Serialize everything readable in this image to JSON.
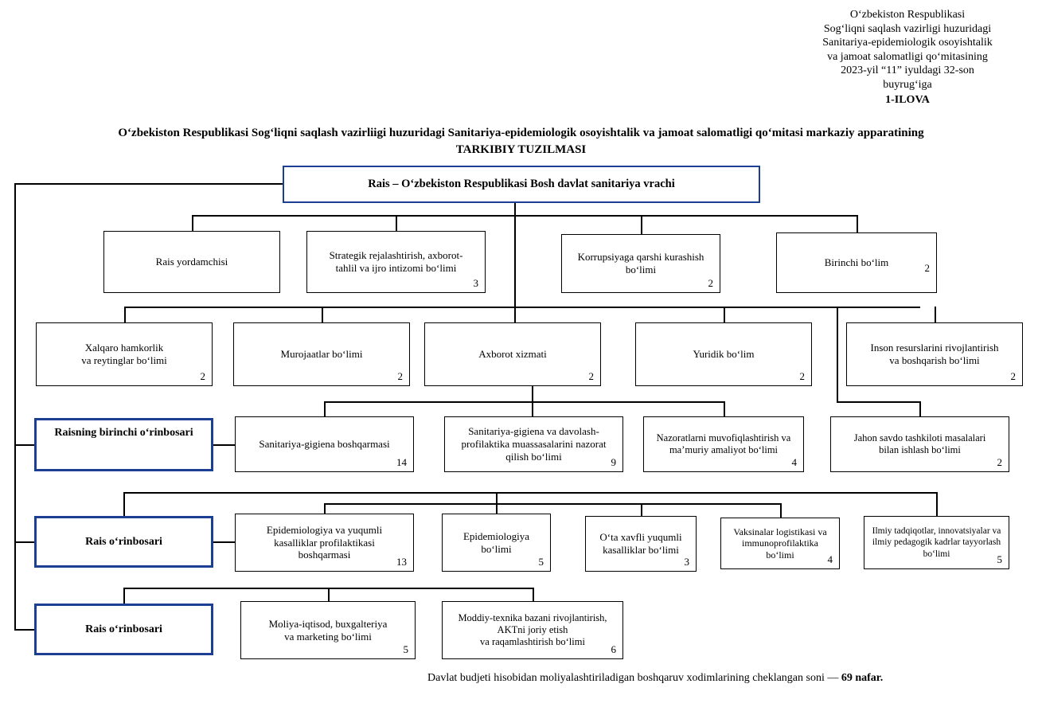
{
  "header": {
    "block": "Oʻzbekiston Respublikasi\nSogʻliqni saqlash vazirligi huzuridagi\nSanitariya-epidemiologik osoyishtalik\nva jamoat salomatligi qoʻmitasining\n2023-yil “11” iyuldagi 32-son\nbuyrugʻiga",
    "annex": "1-ILOVA"
  },
  "title": {
    "line1": "Oʻzbekiston Respublikasi Sogʻliqni saqlash vazirliigi huzuridagi Sanitariya-epidemiologik osoyishtalik va jamoat salomatligi qoʻmitasi markaziy apparatining",
    "line2": "TARKIBIY TUZILMASI"
  },
  "org": {
    "root": {
      "label": "Rais – Oʻzbekiston Respublikasi Bosh davlat sanitariya vrachi"
    },
    "staff_row": [
      {
        "label": "Rais yordamchisi"
      },
      {
        "label": "Strategik rejalashtirish, axborot-\ntahlil va ijro intizomi boʻlimi",
        "count": "3"
      },
      {
        "label": "Korrupsiyaga qarshi kurashish\nboʻlimi",
        "count": "2"
      },
      {
        "label": "Birinchi boʻlim",
        "count": "2"
      }
    ],
    "services_row": [
      {
        "label": "Xalqaro hamkorlik\nva reytinglar boʻlimi",
        "count": "2"
      },
      {
        "label": "Murojaatlar boʻlimi",
        "count": "2"
      },
      {
        "label": "Axborot xizmati",
        "count": "2"
      },
      {
        "label": "Yuridik boʻlim",
        "count": "2"
      },
      {
        "label": "Inson resurslarini rivojlantirish\nva boshqarish boʻlimi",
        "count": "2"
      }
    ],
    "first_deputy": {
      "label": "Raisning birinchi oʻrinbosari",
      "units": [
        {
          "label": "Sanitariya-gigiena boshqarmasi",
          "count": "14"
        },
        {
          "label": "Sanitariya-gigiena va davolash-\nprofilaktika muassasalarini nazorat\nqilish boʻlimi",
          "count": "9"
        },
        {
          "label": "Nazoratlarni muvofiqlashtirish va\nmaʼmuriy amaliyot boʻlimi",
          "count": "4"
        },
        {
          "label": "Jahon savdo tashkiloti masalalari\nbilan ishlash boʻlimi",
          "count": "2"
        }
      ]
    },
    "deputy2": {
      "label": "Rais oʻrinbosari",
      "units": [
        {
          "label": "Epidemiologiya va yuqumli\nkasalliklar profilaktikasi\nboshqarmasi",
          "count": "13"
        },
        {
          "label": "Epidemiologiya\nboʻlimi",
          "count": "5"
        },
        {
          "label": "Oʻta xavfli yuqumli\nkasalliklar boʻlimi",
          "count": "3"
        },
        {
          "label": "Vaksinalar logistikasi va\nimmunoprofilaktika\nboʻlimi",
          "count": "4"
        },
        {
          "label": "Ilmiy tadqiqotlar, innovatsiyalar va\nilmiy pedagogik kadrlar tayyorlash\nboʻlimi",
          "count": "5"
        }
      ]
    },
    "deputy3": {
      "label": "Rais oʻrinbosari",
      "units": [
        {
          "label": "Moliya-iqtisod, buxgalteriya\nva marketing boʻlimi",
          "count": "5"
        },
        {
          "label": "Moddiy-texnika bazani rivojlantirish,\nAKTni joriy etish\nva raqamlashtirish boʻlimi",
          "count": "6"
        }
      ]
    }
  },
  "footer": {
    "text": "Davlat budjeti hisobidan moliyalashtiriladigan boshqaruv xodimlarining cheklangan soni — ",
    "bold": "69 nafar."
  },
  "colors": {
    "accent_blue": "#1c3f94",
    "line_black": "#000000",
    "background": "#ffffff"
  }
}
